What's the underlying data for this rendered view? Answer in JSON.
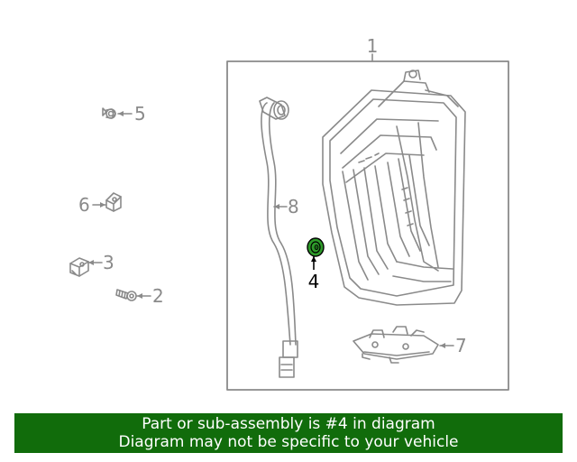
{
  "callouts": {
    "c1": "1",
    "c2": "2",
    "c3": "3",
    "c4": "4",
    "c5": "5",
    "c6": "6",
    "c7": "7",
    "c8": "8"
  },
  "highlight_part": "4",
  "colors": {
    "line": "#8a8a8a",
    "highlight_fill": "#2e9b2a",
    "highlight_text": "#000000",
    "banner_bg": "#116c0b",
    "banner_text": "#ffffff"
  },
  "banner": {
    "line1": "Part or sub-assembly is #4 in diagram",
    "line2": "Diagram may not be specific to your vehicle"
  }
}
